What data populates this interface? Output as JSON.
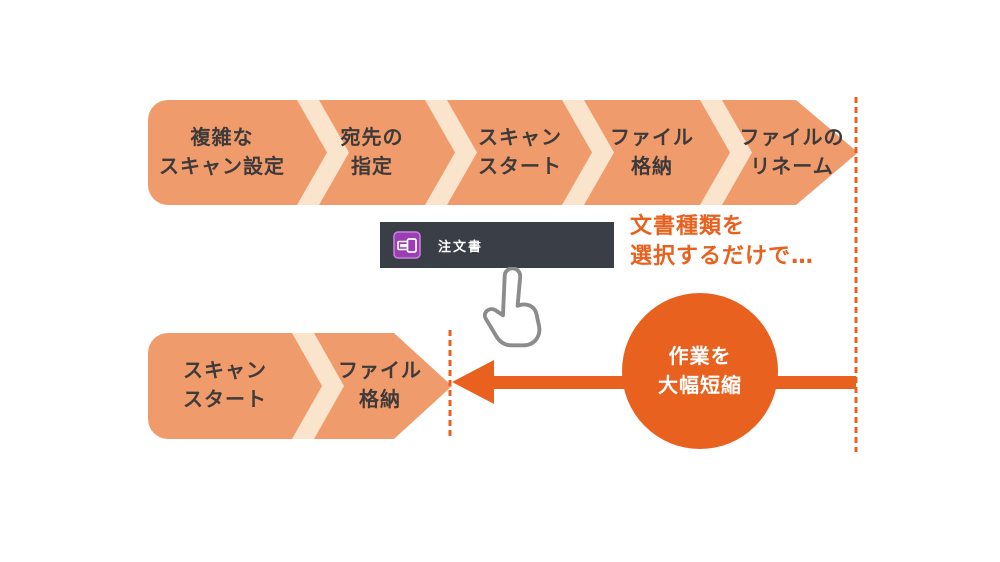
{
  "colors": {
    "chevron_fill": "#F09B6C",
    "chevron_gap": "#FAE4CC",
    "accent_orange": "#E8611F",
    "selector_bar_bg": "#3A3F47",
    "selector_icon_purple": "#9B3EB5",
    "step_text": "#3E3A39",
    "selector_text": "#FFFFFF",
    "badge_text": "#FFFFFF"
  },
  "before_flow": {
    "steps": [
      {
        "line1": "複雑な",
        "line2": "スキャン設定"
      },
      {
        "line1": "宛先の",
        "line2": "指定"
      },
      {
        "line1": "スキャン",
        "line2": "スタート"
      },
      {
        "line1": "ファイル",
        "line2": "格納"
      },
      {
        "line1": "ファイルの",
        "line2": "リネーム"
      }
    ]
  },
  "document_selector": {
    "icon": "scan-to-document-icon",
    "label": "注文書"
  },
  "callout": {
    "line1": "文書種類を",
    "line2": "選択するだけで…"
  },
  "after_flow": {
    "steps": [
      {
        "line1": "スキャン",
        "line2": "スタート"
      },
      {
        "line1": "ファイル",
        "line2": "格納"
      }
    ]
  },
  "benefit_badge": {
    "line1": "作業を",
    "line2": "大幅短縮"
  }
}
